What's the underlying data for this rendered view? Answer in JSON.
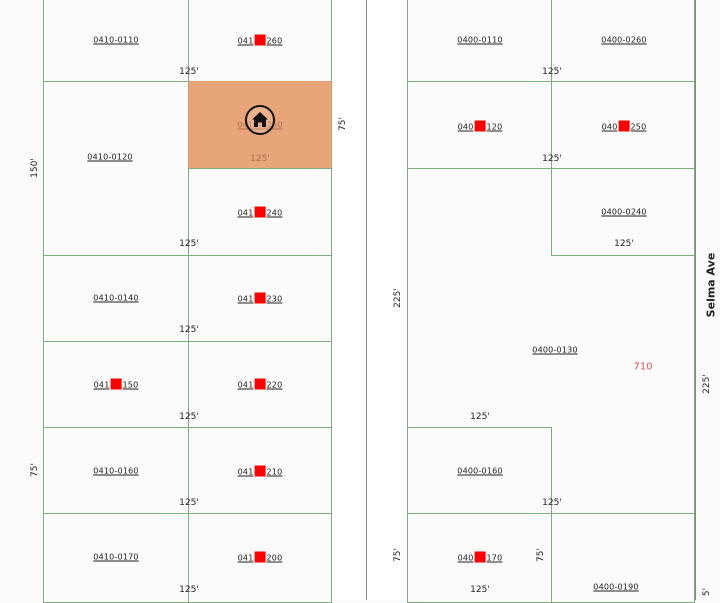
{
  "street": {
    "name": "Selma Ave"
  },
  "address_label": "710",
  "dims": {
    "w125": "125'",
    "d75": "75'",
    "d150": "150'",
    "d225": "225'",
    "d5": "5'"
  },
  "parcels": {
    "p0410_0110": {
      "id": "0410-0110"
    },
    "p0410_0260": {
      "pre": "041",
      "post": "260",
      "marker": true
    },
    "p0410_0120": {
      "id": "0410-0120"
    },
    "p0410_0250": {
      "id": "0410-0250",
      "highlight": true
    },
    "p0410_0240": {
      "pre": "041",
      "post": "240",
      "marker": true
    },
    "p0410_0140": {
      "id": "0410-0140"
    },
    "p0410_0230": {
      "pre": "041",
      "post": "230",
      "marker": true
    },
    "p0410_0150": {
      "pre": "041",
      "post": "150",
      "marker": true
    },
    "p0410_0220": {
      "pre": "041",
      "post": "220",
      "marker": true
    },
    "p0410_0160": {
      "id": "0410-0160"
    },
    "p0410_0210": {
      "pre": "041",
      "post": "210",
      "marker": true
    },
    "p0410_0170": {
      "id": "0410-0170"
    },
    "p0410_0200": {
      "pre": "041",
      "post": "200",
      "marker": true
    },
    "p0400_0110": {
      "id": "0400-0110"
    },
    "p0400_0260": {
      "id": "0400-0260"
    },
    "p0400_0120": {
      "pre": "040",
      "post": "120",
      "marker": true
    },
    "p0400_0250": {
      "pre": "040",
      "post": "250",
      "marker": true
    },
    "p0400_0240": {
      "id": "0400-0240"
    },
    "p0400_0130": {
      "id": "0400-0130"
    },
    "p0400_0160": {
      "id": "0400-0160"
    },
    "p0400_0170": {
      "pre": "040",
      "post": "170",
      "marker": true
    },
    "p0400_0190": {
      "id": "0400-0190"
    }
  },
  "colors": {
    "highlight": "#e8a57a",
    "lot_line": "#7bb07b",
    "marker": "#ff0000",
    "address": "#d9534f"
  },
  "icons": {
    "home": "home-icon"
  }
}
